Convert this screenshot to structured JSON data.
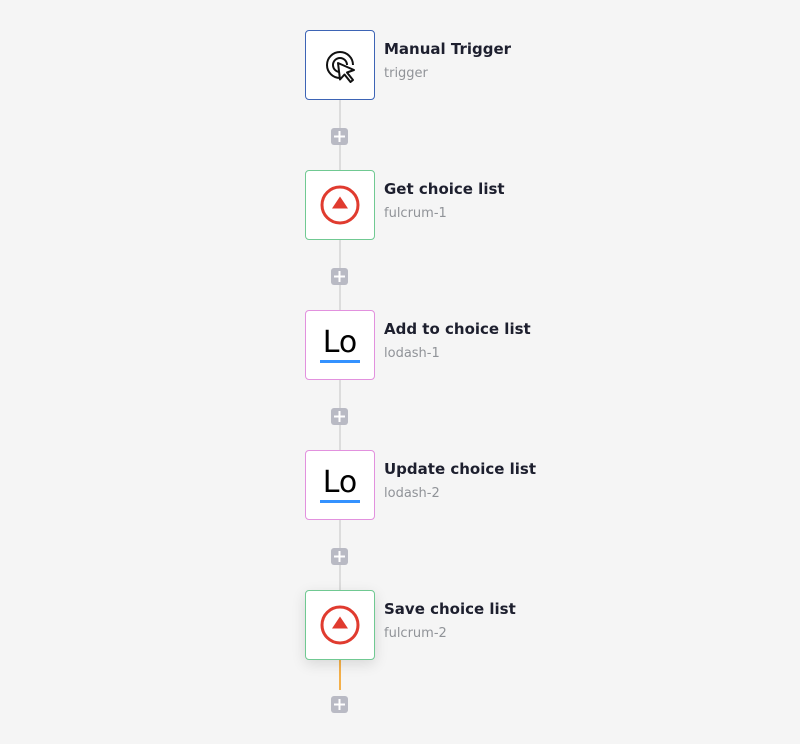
{
  "colors": {
    "background": "#f5f5f5",
    "trigger_border": "#3d64b5",
    "fulcrum_border": "#70c992",
    "lodash_border": "#e291de",
    "connector": "#dcdcdc",
    "active_connector": "#f4b04a",
    "add_button": "#b9bac4",
    "fulcrum_red": "#e03b2f",
    "lodash_blue": "#3492ff"
  },
  "workflow": {
    "nodes": [
      {
        "title": "Manual Trigger",
        "subtitle": "trigger",
        "kind": "trigger",
        "icon": "cursor-click-icon"
      },
      {
        "title": "Get choice list",
        "subtitle": "fulcrum-1",
        "kind": "fulcrum",
        "icon": "fulcrum-logo-icon"
      },
      {
        "title": "Add to choice list",
        "subtitle": "lodash-1",
        "kind": "lodash",
        "icon": "lodash-logo-icon",
        "icon_text": "Lo"
      },
      {
        "title": "Update choice list",
        "subtitle": "lodash-2",
        "kind": "lodash",
        "icon": "lodash-logo-icon",
        "icon_text": "Lo"
      },
      {
        "title": "Save choice list",
        "subtitle": "fulcrum-2",
        "kind": "fulcrum",
        "icon": "fulcrum-logo-icon",
        "selected": true
      }
    ],
    "add_step_icon": "plus-icon"
  }
}
